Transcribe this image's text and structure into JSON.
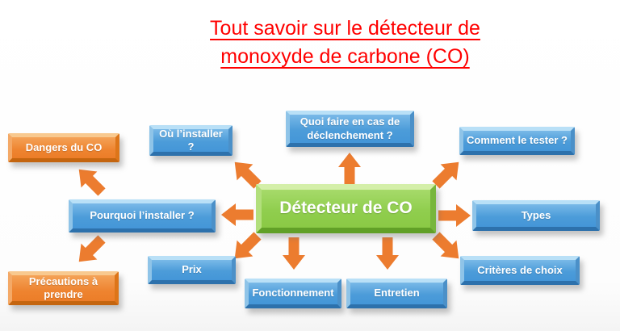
{
  "title": {
    "line1": "Tout savoir sur le détecteur de",
    "line2": "monoxyde de carbone (CO)"
  },
  "center_node": {
    "label": "Détecteur de CO"
  },
  "nodes": {
    "dangers": {
      "label": "Dangers du CO",
      "type": "orange"
    },
    "ou_installer": {
      "label": "Où l’installer ?",
      "type": "blue"
    },
    "quoi_faire": {
      "label": "Quoi faire en cas de déclenchement ?",
      "type": "blue"
    },
    "comment_tester": {
      "label": "Comment le tester ?",
      "type": "blue"
    },
    "pourquoi": {
      "label": "Pourquoi l’installer ?",
      "type": "blue"
    },
    "types": {
      "label": "Types",
      "type": "blue"
    },
    "precautions": {
      "label": "Précautions à prendre",
      "type": "orange"
    },
    "prix": {
      "label": "Prix",
      "type": "blue"
    },
    "fonctionnement": {
      "label": "Fonctionnement",
      "type": "blue"
    },
    "entretien": {
      "label": "Entretien",
      "type": "blue"
    },
    "criteres": {
      "label": "Critères de choix",
      "type": "blue"
    }
  },
  "colors": {
    "title_red": "#ff0000",
    "node_blue": "#4c9cd9",
    "node_orange": "#ed7d31",
    "node_green": "#8fce4e",
    "arrow_orange": "#ec7c2f"
  }
}
